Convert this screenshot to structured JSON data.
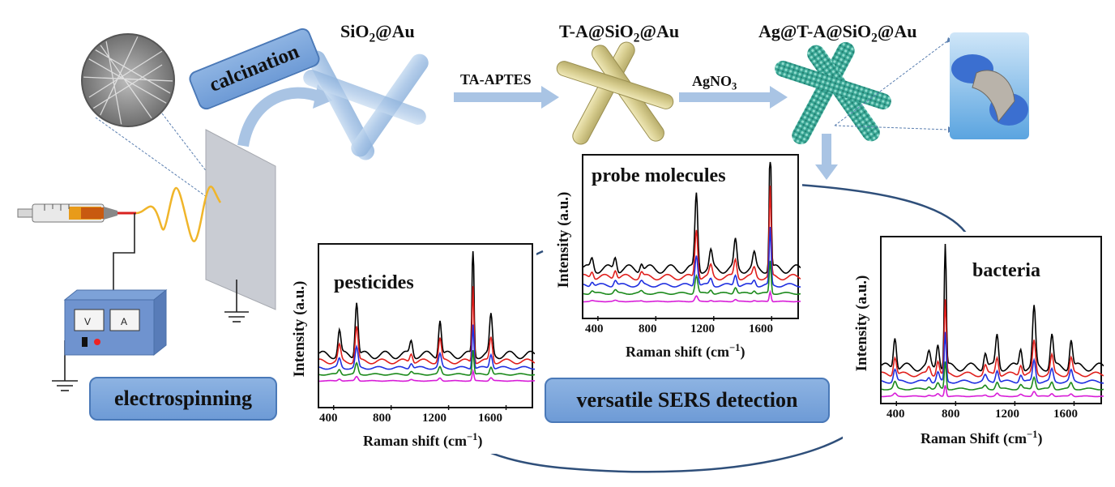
{
  "labels": {
    "sio2au": "SiO",
    "sio2au_tail": "@Au",
    "taau": "T-A@SiO",
    "taau_tail": "@Au",
    "agtaau": "Ag@T-A@SiO",
    "agtaau_tail": "@Au",
    "sub2": "2",
    "ta_aptes": "TA-APTES",
    "agno3": "AgNO",
    "sub3": "3",
    "calcination": "calcination",
    "electrospinning": "electrospinning",
    "versatile": "versatile SERS detection"
  },
  "panels": {
    "pesticides": {
      "title": "pesticides"
    },
    "probe": {
      "title": "probe molecules"
    },
    "bacteria": {
      "title": "bacteria"
    }
  },
  "axes": {
    "ylabel": "Intensity (a.u.)",
    "xlabel_shift": "Raman shift (cm",
    "xlabel_Shift": "Raman Shift (cm",
    "xlabel_sup": "−1",
    "xlabel_close": ")",
    "ticks": [
      "400",
      "800",
      "1200",
      "1600"
    ]
  },
  "colors": {
    "pill": "#7aa5dc",
    "arrow": "#a9c4e4",
    "fiber_blue": "#a9c7e8",
    "fiber_tan": "#d8cf94",
    "fiber_teal": "#4fb3a3",
    "spectra": [
      "#000000",
      "#e0201d",
      "#1f2fe0",
      "#1c8a1c",
      "#d81ed8"
    ]
  },
  "chart_data": [
    {
      "type": "line",
      "title": "pesticides",
      "xlabel": "Raman shift (cm−1)",
      "ylabel": "Intensity (a.u.)",
      "xlim": [
        300,
        1800
      ],
      "xticks": [
        400,
        800,
        1200,
        1600
      ],
      "series_colors": [
        "#000000",
        "#e0201d",
        "#1f2fe0",
        "#1c8a1c",
        "#d81ed8"
      ],
      "peaks": [
        {
          "x": 440,
          "h": 0.2
        },
        {
          "x": 560,
          "h": 0.45
        },
        {
          "x": 940,
          "h": 0.12
        },
        {
          "x": 1140,
          "h": 0.3
        },
        {
          "x": 1370,
          "h": 1.0
        },
        {
          "x": 1495,
          "h": 0.32
        }
      ]
    },
    {
      "type": "line",
      "title": "probe molecules",
      "xlabel": "Raman shift (cm−1)",
      "ylabel": "Intensity (a.u.)",
      "xlim": [
        300,
        1800
      ],
      "xticks": [
        400,
        800,
        1200,
        1600
      ],
      "series_colors": [
        "#000000",
        "#e0201d",
        "#1f2fe0",
        "#1c8a1c",
        "#d81ed8"
      ],
      "peaks": [
        {
          "x": 360,
          "h": 0.08
        },
        {
          "x": 520,
          "h": 0.1
        },
        {
          "x": 700,
          "h": 0.06
        },
        {
          "x": 1080,
          "h": 0.55
        },
        {
          "x": 1180,
          "h": 0.12
        },
        {
          "x": 1350,
          "h": 0.2
        },
        {
          "x": 1480,
          "h": 0.1
        },
        {
          "x": 1590,
          "h": 1.0
        }
      ]
    },
    {
      "type": "line",
      "title": "bacteria",
      "xlabel": "Raman Shift (cm−1)",
      "ylabel": "Intensity (a.u.)",
      "xlim": [
        300,
        1800
      ],
      "xticks": [
        400,
        800,
        1200,
        1600
      ],
      "series_colors": [
        "#000000",
        "#e0201d",
        "#1f2fe0",
        "#1c8a1c",
        "#d81ed8"
      ],
      "peaks": [
        {
          "x": 390,
          "h": 0.25
        },
        {
          "x": 620,
          "h": 0.1
        },
        {
          "x": 680,
          "h": 0.2
        },
        {
          "x": 730,
          "h": 1.0
        },
        {
          "x": 1000,
          "h": 0.12
        },
        {
          "x": 1080,
          "h": 0.25
        },
        {
          "x": 1240,
          "h": 0.15
        },
        {
          "x": 1330,
          "h": 0.45
        },
        {
          "x": 1450,
          "h": 0.25
        },
        {
          "x": 1580,
          "h": 0.22
        }
      ]
    }
  ]
}
